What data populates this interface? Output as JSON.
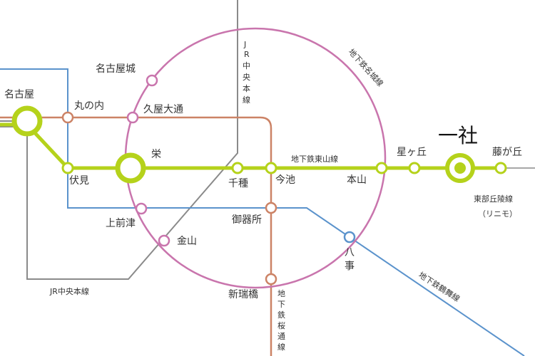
{
  "colors": {
    "higashiyama": "#b5d21b",
    "meijo": "#c975ad",
    "tsurumai": "#5b93cc",
    "sakuradori": "#cc8366",
    "jr_chuo": "#8a8a8a",
    "linimo": "#8a8a8a"
  },
  "stations": {
    "nagoya": "名古屋",
    "marunouchi": "丸の内",
    "nagoyajo": "名古屋城",
    "hisaya_odori": "久屋大通",
    "sakae": "栄",
    "fushimi": "伏見",
    "kamimaezu": "上前津",
    "kanayama": "金山",
    "chikusa": "千種",
    "imaike": "今池",
    "gokiso": "御器所",
    "shin_mizuho": "新瑞橋",
    "motoyama": "本山",
    "yagoto_char1": "八",
    "yagoto_char2": "事",
    "hoshigaoka": "星ヶ丘",
    "issha": "一社",
    "fujigaoka": "藤が丘"
  },
  "lines": {
    "higashiyama": "地下鉄東山線",
    "meijo": "地下鉄名城線",
    "tsurumai": "地下鉄鶴舞線",
    "sakuradori_chars": [
      "地",
      "下",
      "鉄",
      "桜",
      "通",
      "線"
    ],
    "jr_chuo_vertical_chars": [
      "J",
      "R",
      "中",
      "央",
      "本",
      "線"
    ],
    "jr_chuo_horizontal": "JR中央本線",
    "linimo_name": "東部丘陵線",
    "linimo_sub": "（リニモ）"
  }
}
